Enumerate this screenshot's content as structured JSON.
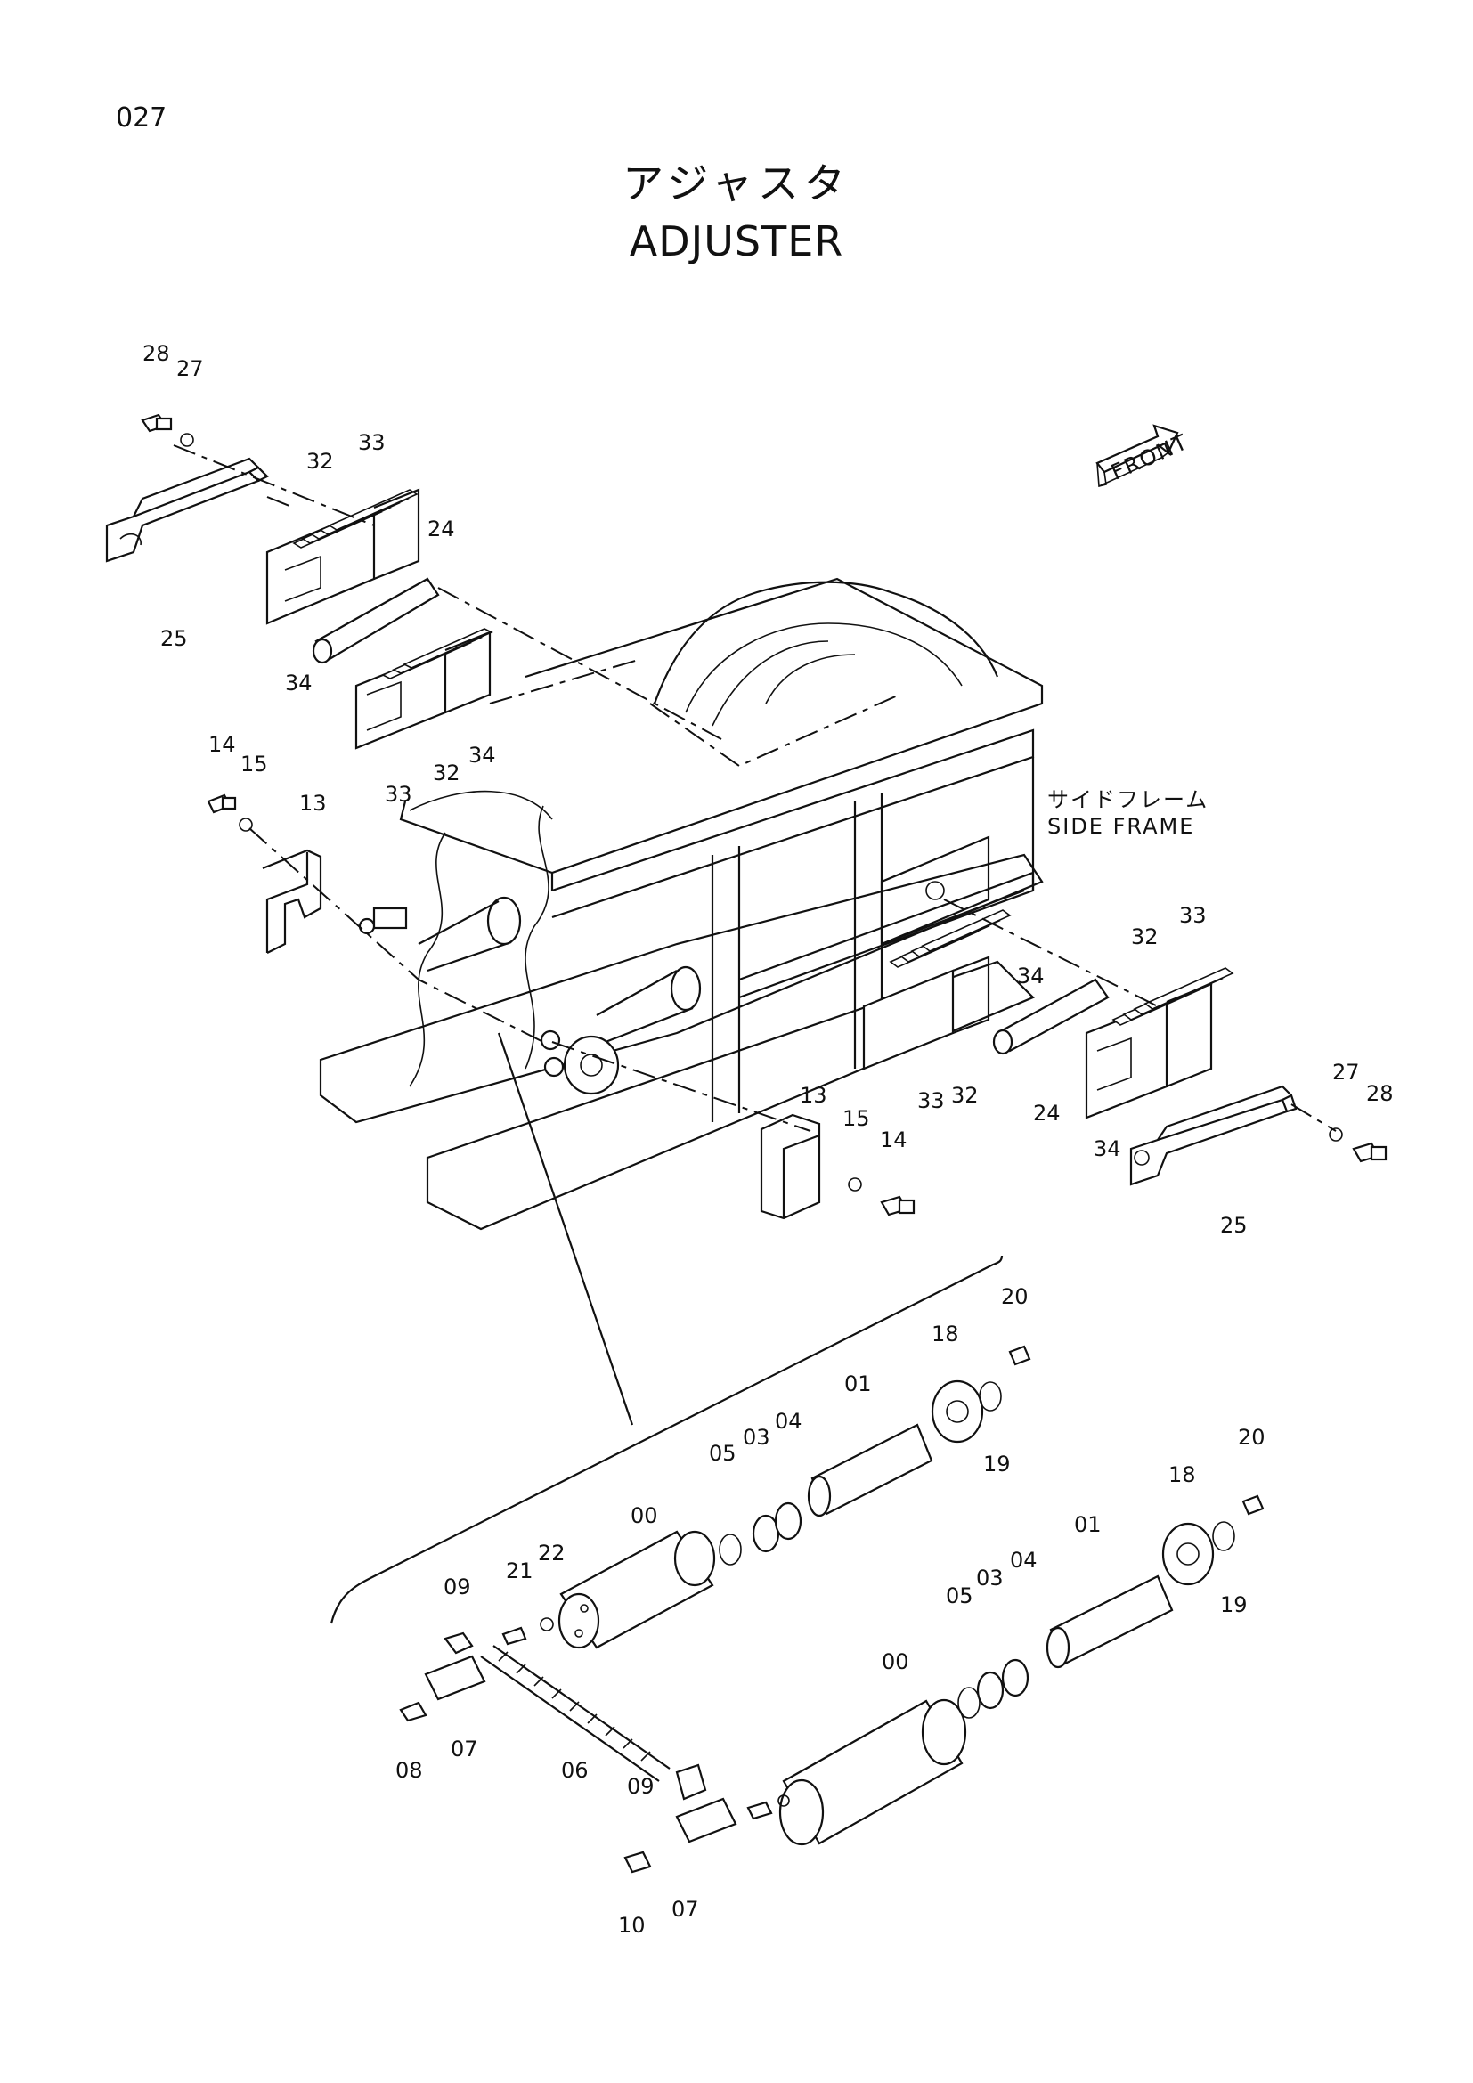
{
  "page_number": "027",
  "title_jp": "アジャスタ",
  "title_en": "ADJUSTER",
  "front_label": "FRONT",
  "side_frame": {
    "jp": "サイドフレーム",
    "en": "SIDE FRAME"
  },
  "callouts": {
    "top_left": [
      "28",
      "27",
      "32",
      "33",
      "24",
      "25",
      "34",
      "33",
      "32",
      "34"
    ],
    "mid_left": [
      "14",
      "15",
      "13"
    ],
    "mid_right": [
      "33",
      "32",
      "34",
      "32",
      "33",
      "24",
      "27",
      "28",
      "34",
      "25"
    ],
    "mid_center": [
      "13",
      "15",
      "14"
    ],
    "inset_upper": [
      "20",
      "18",
      "01",
      "04",
      "03",
      "05",
      "19",
      "00"
    ],
    "inset_lower": [
      "20",
      "18",
      "01",
      "04",
      "03",
      "05",
      "19",
      "00",
      "22",
      "21",
      "09",
      "07",
      "08",
      "06",
      "09",
      "07",
      "10"
    ]
  }
}
